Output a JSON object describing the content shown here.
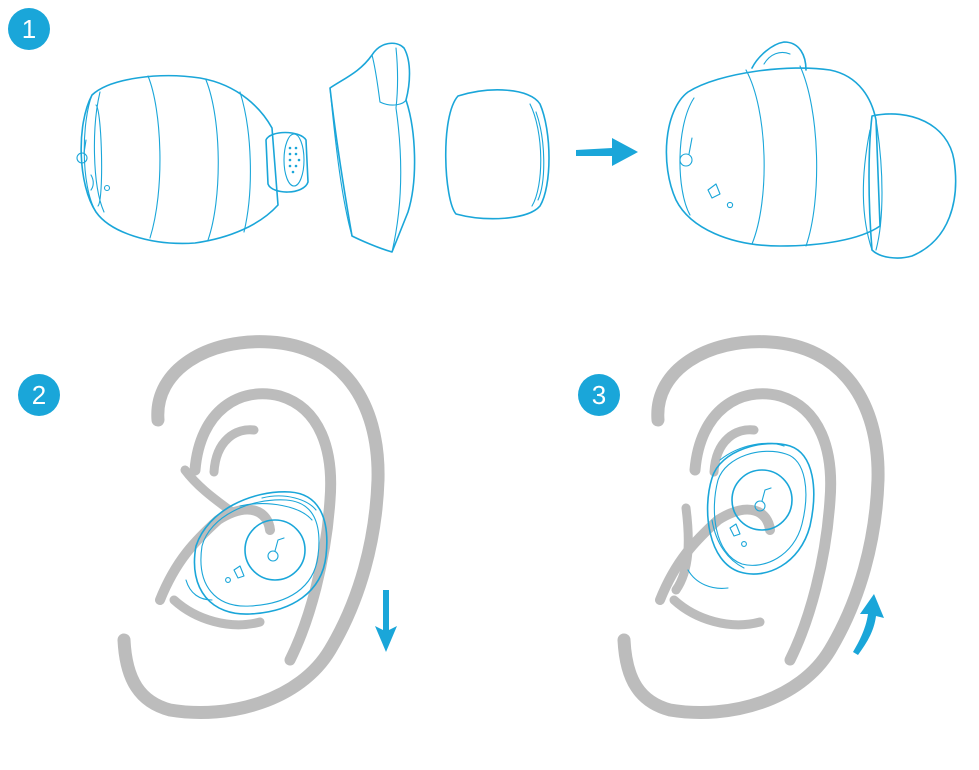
{
  "colors": {
    "accent": "#1aa6d9",
    "ear": "#bcbcbc",
    "background": "#ffffff"
  },
  "steps": [
    {
      "number": "1"
    },
    {
      "number": "2"
    },
    {
      "number": "3"
    }
  ],
  "icons": {
    "step1_arrow": "arrow-right-icon",
    "step2_arrow": "arrow-down-icon",
    "step3_arrow": "arrow-curved-up-icon",
    "logo": "soundcore-logo-icon"
  }
}
